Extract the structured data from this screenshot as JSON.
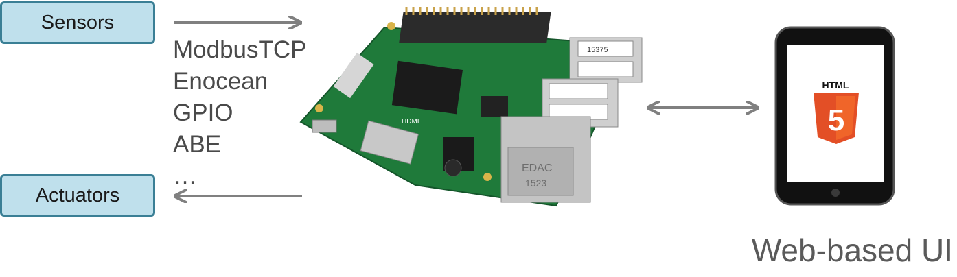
{
  "nodes": {
    "sensors": "Sensors",
    "actuators": "Actuators"
  },
  "protocols": [
    "ModbusTCP",
    "Enocean",
    "GPIO",
    "ABE",
    "…"
  ],
  "ui_title": "Web-based UI",
  "board": {
    "chip_label": "HDMI",
    "ethernet_label": "EDAC",
    "ethernet_sub": "1523",
    "usb_label": "15375"
  },
  "tablet": {
    "html_label": "HTML",
    "badge_number": "5"
  },
  "colors": {
    "box_fill": "#bfe0ec",
    "box_border": "#3a7f95",
    "arrow": "#808080",
    "pcb": "#1f7a3a",
    "html5_orange": "#e34f26"
  }
}
